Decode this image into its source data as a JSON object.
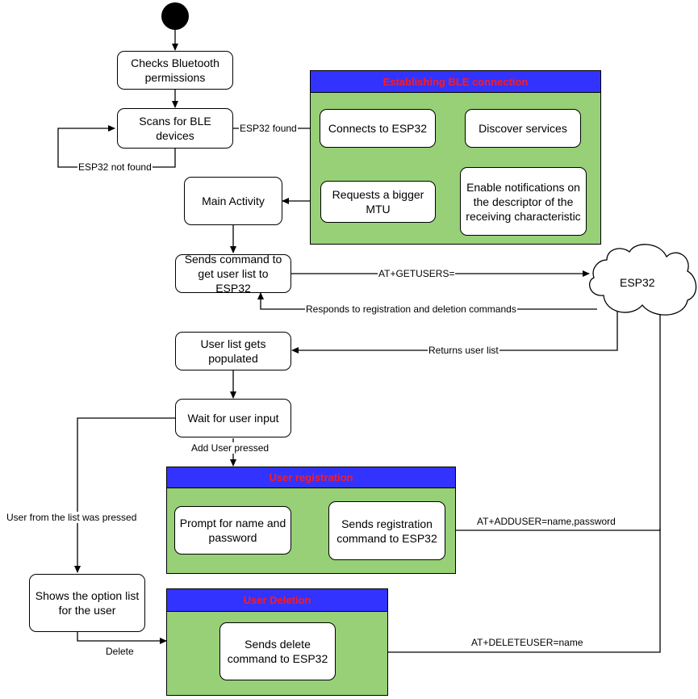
{
  "groups": {
    "ble": "Establishing BLE connection",
    "registration": "User registration",
    "deletion": "User Deletion"
  },
  "nodes": {
    "checks_permissions": "Checks Bluetooth permissions",
    "scans": "Scans for BLE devices",
    "connects": "Connects to ESP32",
    "discover": "Discover services",
    "enable_notifications": "Enable notifications on the descriptor of the receiving characteristic",
    "requests_mtu": "Requests a bigger MTU",
    "main_activity": "Main Activity",
    "sends_get_users": "Sends command to get user list to ESP32",
    "esp32": "ESP32",
    "user_list_populated": "User list gets populated",
    "wait_input": "Wait for user input",
    "prompt_name_password": "Prompt for name and password",
    "sends_registration": "Sends registration command to ESP32",
    "shows_option_list": "Shows the option list for the user",
    "sends_delete": "Sends delete command to ESP32"
  },
  "edge_labels": {
    "esp32_found": "ESP32 found",
    "esp32_not_found": "ESP32 not found",
    "get_users": "AT+GETUSERS=",
    "responds": "Responds to registration and deletion commands",
    "returns_user_list": "Returns user list",
    "add_user_pressed": "Add User pressed",
    "user_from_list": "User from the list was pressed",
    "add_user_cmd": "AT+ADDUSER=name,password",
    "delete": "Delete",
    "delete_user_cmd": "AT+DELETEUSER=name"
  },
  "colors": {
    "group_fill": "#97d077",
    "header_fill": "#3333ff",
    "header_text": "#ff1a1a"
  }
}
